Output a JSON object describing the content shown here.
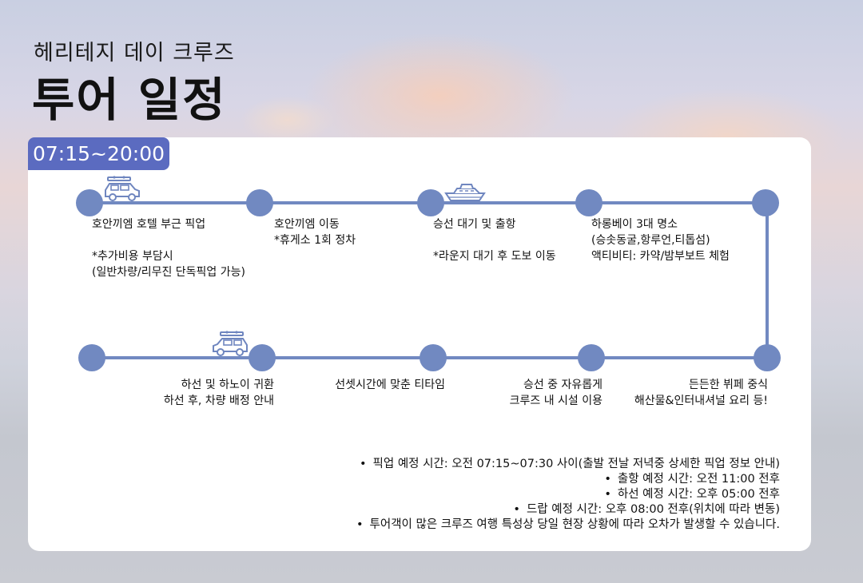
{
  "header": {
    "subtitle": "헤리테지 데이 크루즈",
    "title": "투어 일정"
  },
  "time_badge": "07:15~20:00",
  "stops": [
    {
      "title": "호안끼엠 호텔 부근 픽업",
      "line2": "",
      "line3": "*추가비용 부담시",
      "line4": "(일반차량/리무진 단독픽업 가능)"
    },
    {
      "title": "호안끼엠 이동",
      "line2": "*휴게소 1회 정차"
    },
    {
      "title": "승선 대기 및 출항",
      "line2": "",
      "line3": "*라운지 대기 후 도보 이동"
    },
    {
      "title": "하롱베이 3대 명소",
      "line2": "(승솟동굴,항루언,티톱섬)",
      "line3": "액티비티: 카약/밤부보트 체험"
    },
    {
      "title": "든든한 뷔페 중식",
      "line2": "해산물&인터내셔널 요리 등!"
    },
    {
      "title": "승선 중 자유롭게",
      "line2": "크루즈 내 시설 이용"
    },
    {
      "title": "선셋시간에 맞춘 티타임"
    },
    {
      "title": "하선 및 하노이 귀환",
      "line2": "하선 후, 차량 배정 안내"
    }
  ],
  "icons": [
    "car-icon",
    "ship-icon",
    "car-icon"
  ],
  "notes": [
    "픽업 예정 시간: 오전 07:15~07:30 사이(출발 전날 저녁중 상세한 픽업 정보 안내)",
    "출항 예정 시간: 오전 11:00 전후",
    "하선 예정 시간: 오후 05:00 전후",
    "드랍 예정 시간: 오후 08:00 전후(위치에 따라 변동)",
    "투어객이 많은 크루즈 여행 특성상 당일 현장 상황에 따라 오차가 발생할 수 있습니다."
  ],
  "colors": {
    "accent": "#5b6bc0",
    "timeline": "#7189c1"
  }
}
